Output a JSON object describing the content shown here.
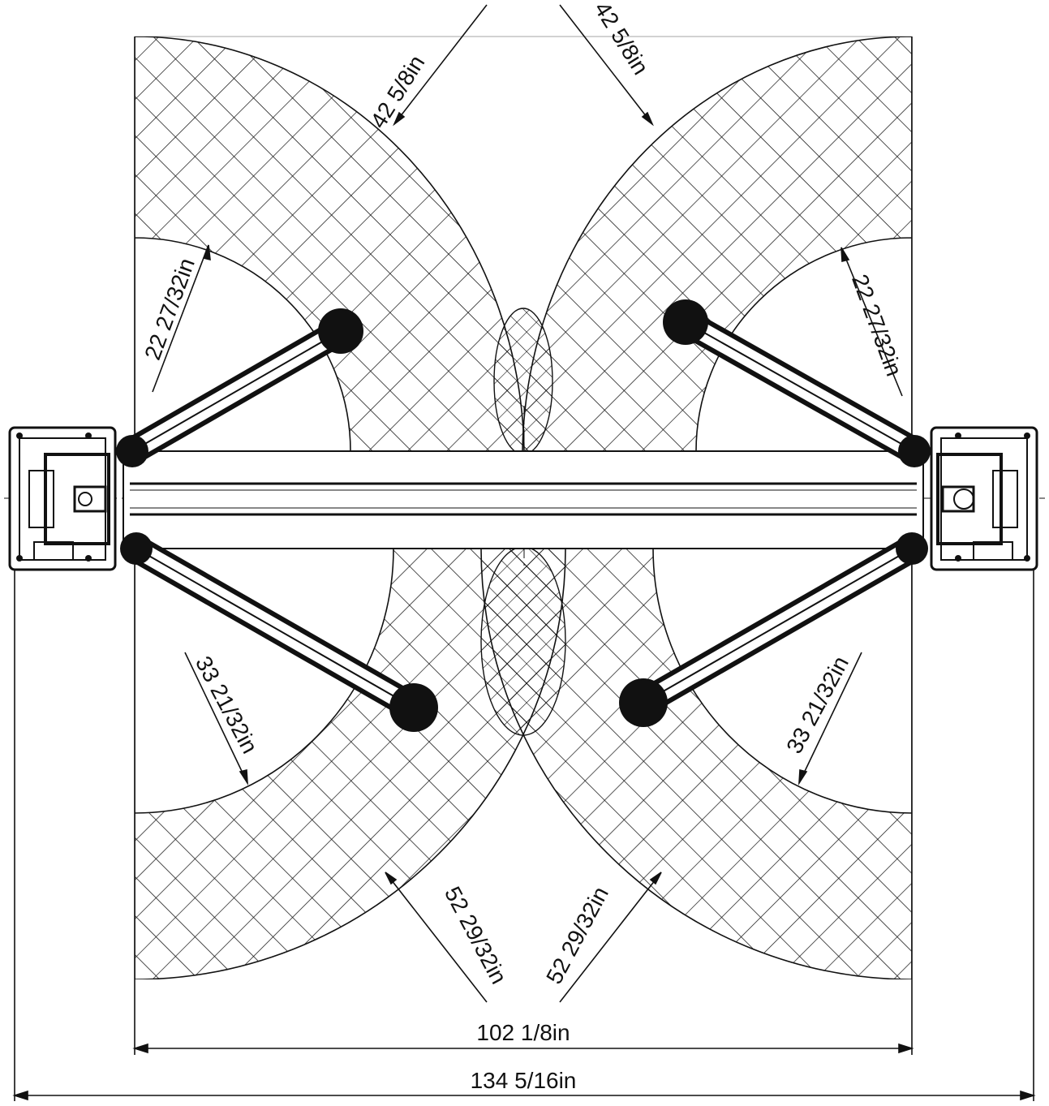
{
  "diagram": {
    "dimensions": {
      "arm_long_swing_top_left": "42 5/8in",
      "arm_long_swing_top_right": "42 5/8in",
      "arm_short_top_left": "22 27/32in",
      "arm_short_top_right": "22 27/32in",
      "arm_short_bottom_left": "33 21/32in",
      "arm_short_bottom_right": "33 21/32in",
      "arm_long_bottom_left": "52 29/32in",
      "arm_long_bottom_right": "52 29/32in",
      "inner_width": "102 1/8in",
      "overall_width": "134 5/16in"
    },
    "colors": {
      "line": "#111111",
      "background": "#ffffff"
    }
  }
}
